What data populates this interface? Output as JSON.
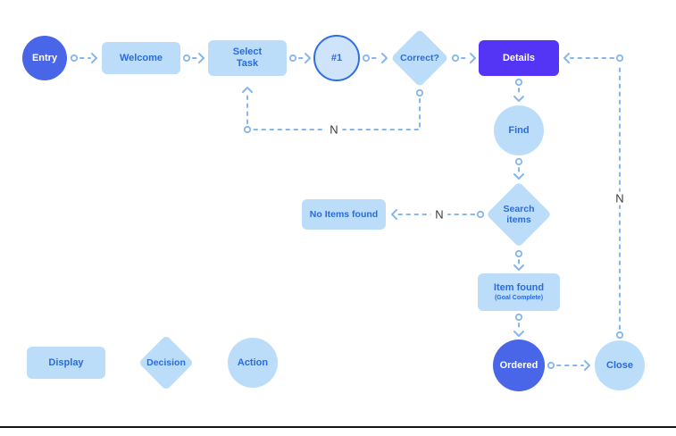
{
  "colors": {
    "dark_node": "#4A66E8",
    "accent_node": "#5434F5",
    "light_node": "#BBDDFA",
    "light_node_text": "#2B6CD9",
    "outlined_node_fill": "#CFE4FB",
    "outlined_node_border": "#2F6FE0",
    "connector": "#85B6EE",
    "edge_label_text": "#3A3A3A"
  },
  "nodes": {
    "entry": "Entry",
    "welcome": "Welcome",
    "select_task": "Select Task",
    "step_1": "#1",
    "correct": "Correct?",
    "details": "Details",
    "find": "Find",
    "search_items": "Search items",
    "no_items_found": "No Items found",
    "item_found": "Item found",
    "item_found_sub": "(Goal Complete)",
    "ordered": "Ordered",
    "close": "Close"
  },
  "edge_labels": {
    "correct_no": "N",
    "search_no": "N",
    "close_loop": "N"
  },
  "legend": {
    "display": "Display",
    "decision": "Decision",
    "action": "Action"
  }
}
